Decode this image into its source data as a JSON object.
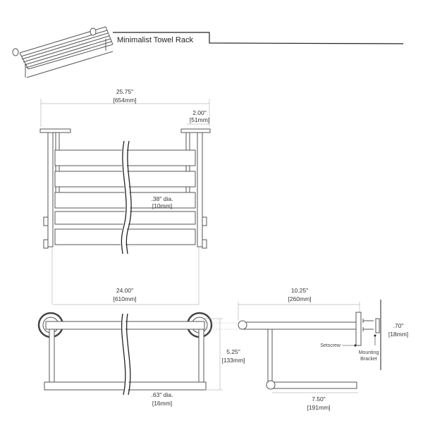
{
  "title": "Minimalist Towel Rack",
  "top_view": {
    "overall_width": "25.75\"",
    "overall_width_mm": "[654mm]",
    "flange_width": "2.00\"",
    "flange_width_mm": "[51mm]",
    "rod_dia": ".38\" dia.",
    "rod_dia_mm": "[10mm]"
  },
  "front_view": {
    "center_width": "24.00\"",
    "center_width_mm": "[610mm]",
    "height": "5.25\"",
    "height_mm": "[133mm]",
    "bar_dia": ".63\" dia.",
    "bar_dia_mm": "[16mm]"
  },
  "side_view": {
    "depth": "10.25\"",
    "depth_mm": "[260mm]",
    "flange_thickness": ".70\"",
    "flange_thickness_mm": "[18mm]",
    "bar_depth": "7.50\"",
    "bar_depth_mm": "[191mm]",
    "setscrew_label": "Setscrew",
    "bracket_label_1": "Mounting",
    "bracket_label_2": "Bracket"
  }
}
